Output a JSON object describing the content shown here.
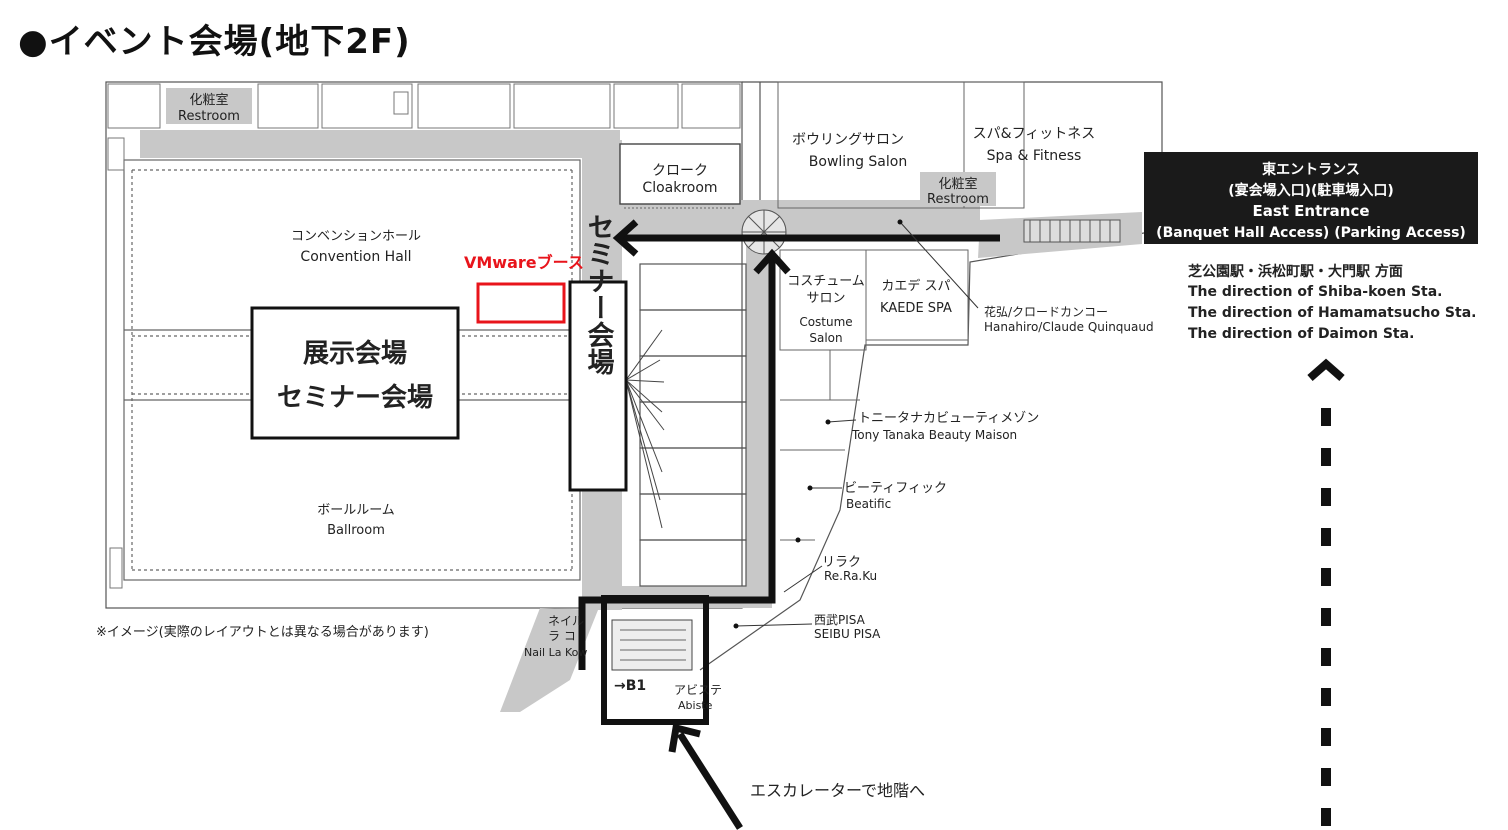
{
  "title": "●イベント会場(地下2F)",
  "rooms": {
    "restroom_top": {
      "jp": "化粧室",
      "en": "Restroom"
    },
    "bowling": {
      "jp": "ボウリングサロン",
      "en": "Bowling Salon"
    },
    "spa_fitness": {
      "jp": "スパ&フィットネス",
      "en": "Spa & Fitness"
    },
    "cloakroom": {
      "jp": "クローク",
      "en": "Cloakroom"
    },
    "restroom_right": {
      "jp": "化粧室",
      "en": "Restroom"
    },
    "convention": {
      "jp": "コンベンションホール",
      "en": "Convention Hall"
    },
    "ballroom": {
      "jp": "ボールルーム",
      "en": "Ballroom"
    },
    "costume": {
      "jp1": "コスチューム",
      "jp2": "サロン",
      "en1": "Costume",
      "en2": "Salon"
    },
    "kaede": {
      "jp": "カエデ スパ",
      "en": "KAEDE SPA"
    },
    "hanahiro": {
      "jp": "花弘/クロードカンコー",
      "en": "Hanahiro/Claude Quinquaud"
    },
    "tony": {
      "jp": "トニータナカビューティメゾン",
      "en": "Tony Tanaka Beauty Maison"
    },
    "beatific": {
      "jp": "ビーティフィック",
      "en": "Beatific"
    },
    "reraku": {
      "jp": "リラク",
      "en": "Re.Ra.Ku"
    },
    "seibu": {
      "jp": "西武PISA",
      "en": "SEIBU PISA"
    },
    "nail": {
      "jp1": "ネイル",
      "jp2": "ラ コ",
      "en": "Nail La Kow"
    },
    "abiste": {
      "jp": "アビステ",
      "en": "Abiste"
    }
  },
  "labels": {
    "vmware_booth": "VMwareブース",
    "exhibition_1": "展示会場",
    "exhibition_2": "セミナー会場",
    "seminar_vertical": "セミナー会場",
    "b1": "→B1",
    "note": "※イメージ(実際のレイアウトとは異なる場合があります)",
    "escalator": "エスカレーターで地階へ"
  },
  "entrance": {
    "line1": "東エントランス",
    "line2": "(宴会場入口)(駐車場入口)",
    "line3": "East Entrance",
    "line4": "(Banquet Hall Access) (Parking Access)"
  },
  "directions": {
    "jp": "芝公園駅・浜松町駅・大門駅 方面",
    "en1": "The direction of Shiba-koen Sta.",
    "en2": "The direction of Hamamatsucho Sta.",
    "en3": "The direction of Daimon Sta."
  },
  "colors": {
    "corridor": "#c8c8c8",
    "highlight_red": "#e8141b",
    "entrance_bg": "#1a1a1a",
    "route": "#111111"
  }
}
